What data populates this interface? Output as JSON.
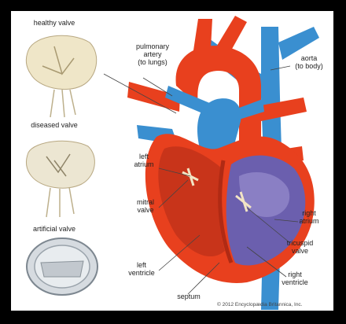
{
  "valves": {
    "healthy": "healthy valve",
    "diseased": "diseased valve",
    "artificial": "artificial valve"
  },
  "labels": {
    "pulmonary_artery": "pulmonary\nartery\n(to lungs)",
    "aorta": "aorta\n(to body)",
    "left_atrium": "left\natrium",
    "mitral_valve": "mitral\nvalve",
    "right_atrium": "right\natrium",
    "tricuspid_valve": "tricuspid\nvalve",
    "left_ventricle": "left\nventricle",
    "right_ventricle": "right\nventricle",
    "septum": "septum"
  },
  "credit": "© 2012 Encyclopædia Britannica, Inc.",
  "colors": {
    "frame": "#000000",
    "background": "#ffffff",
    "artery_red": "#e8401e",
    "vein_blue": "#3a8fd0",
    "ventricle_purple": "#6b5fae",
    "valve_cream": "#efe6c8"
  }
}
